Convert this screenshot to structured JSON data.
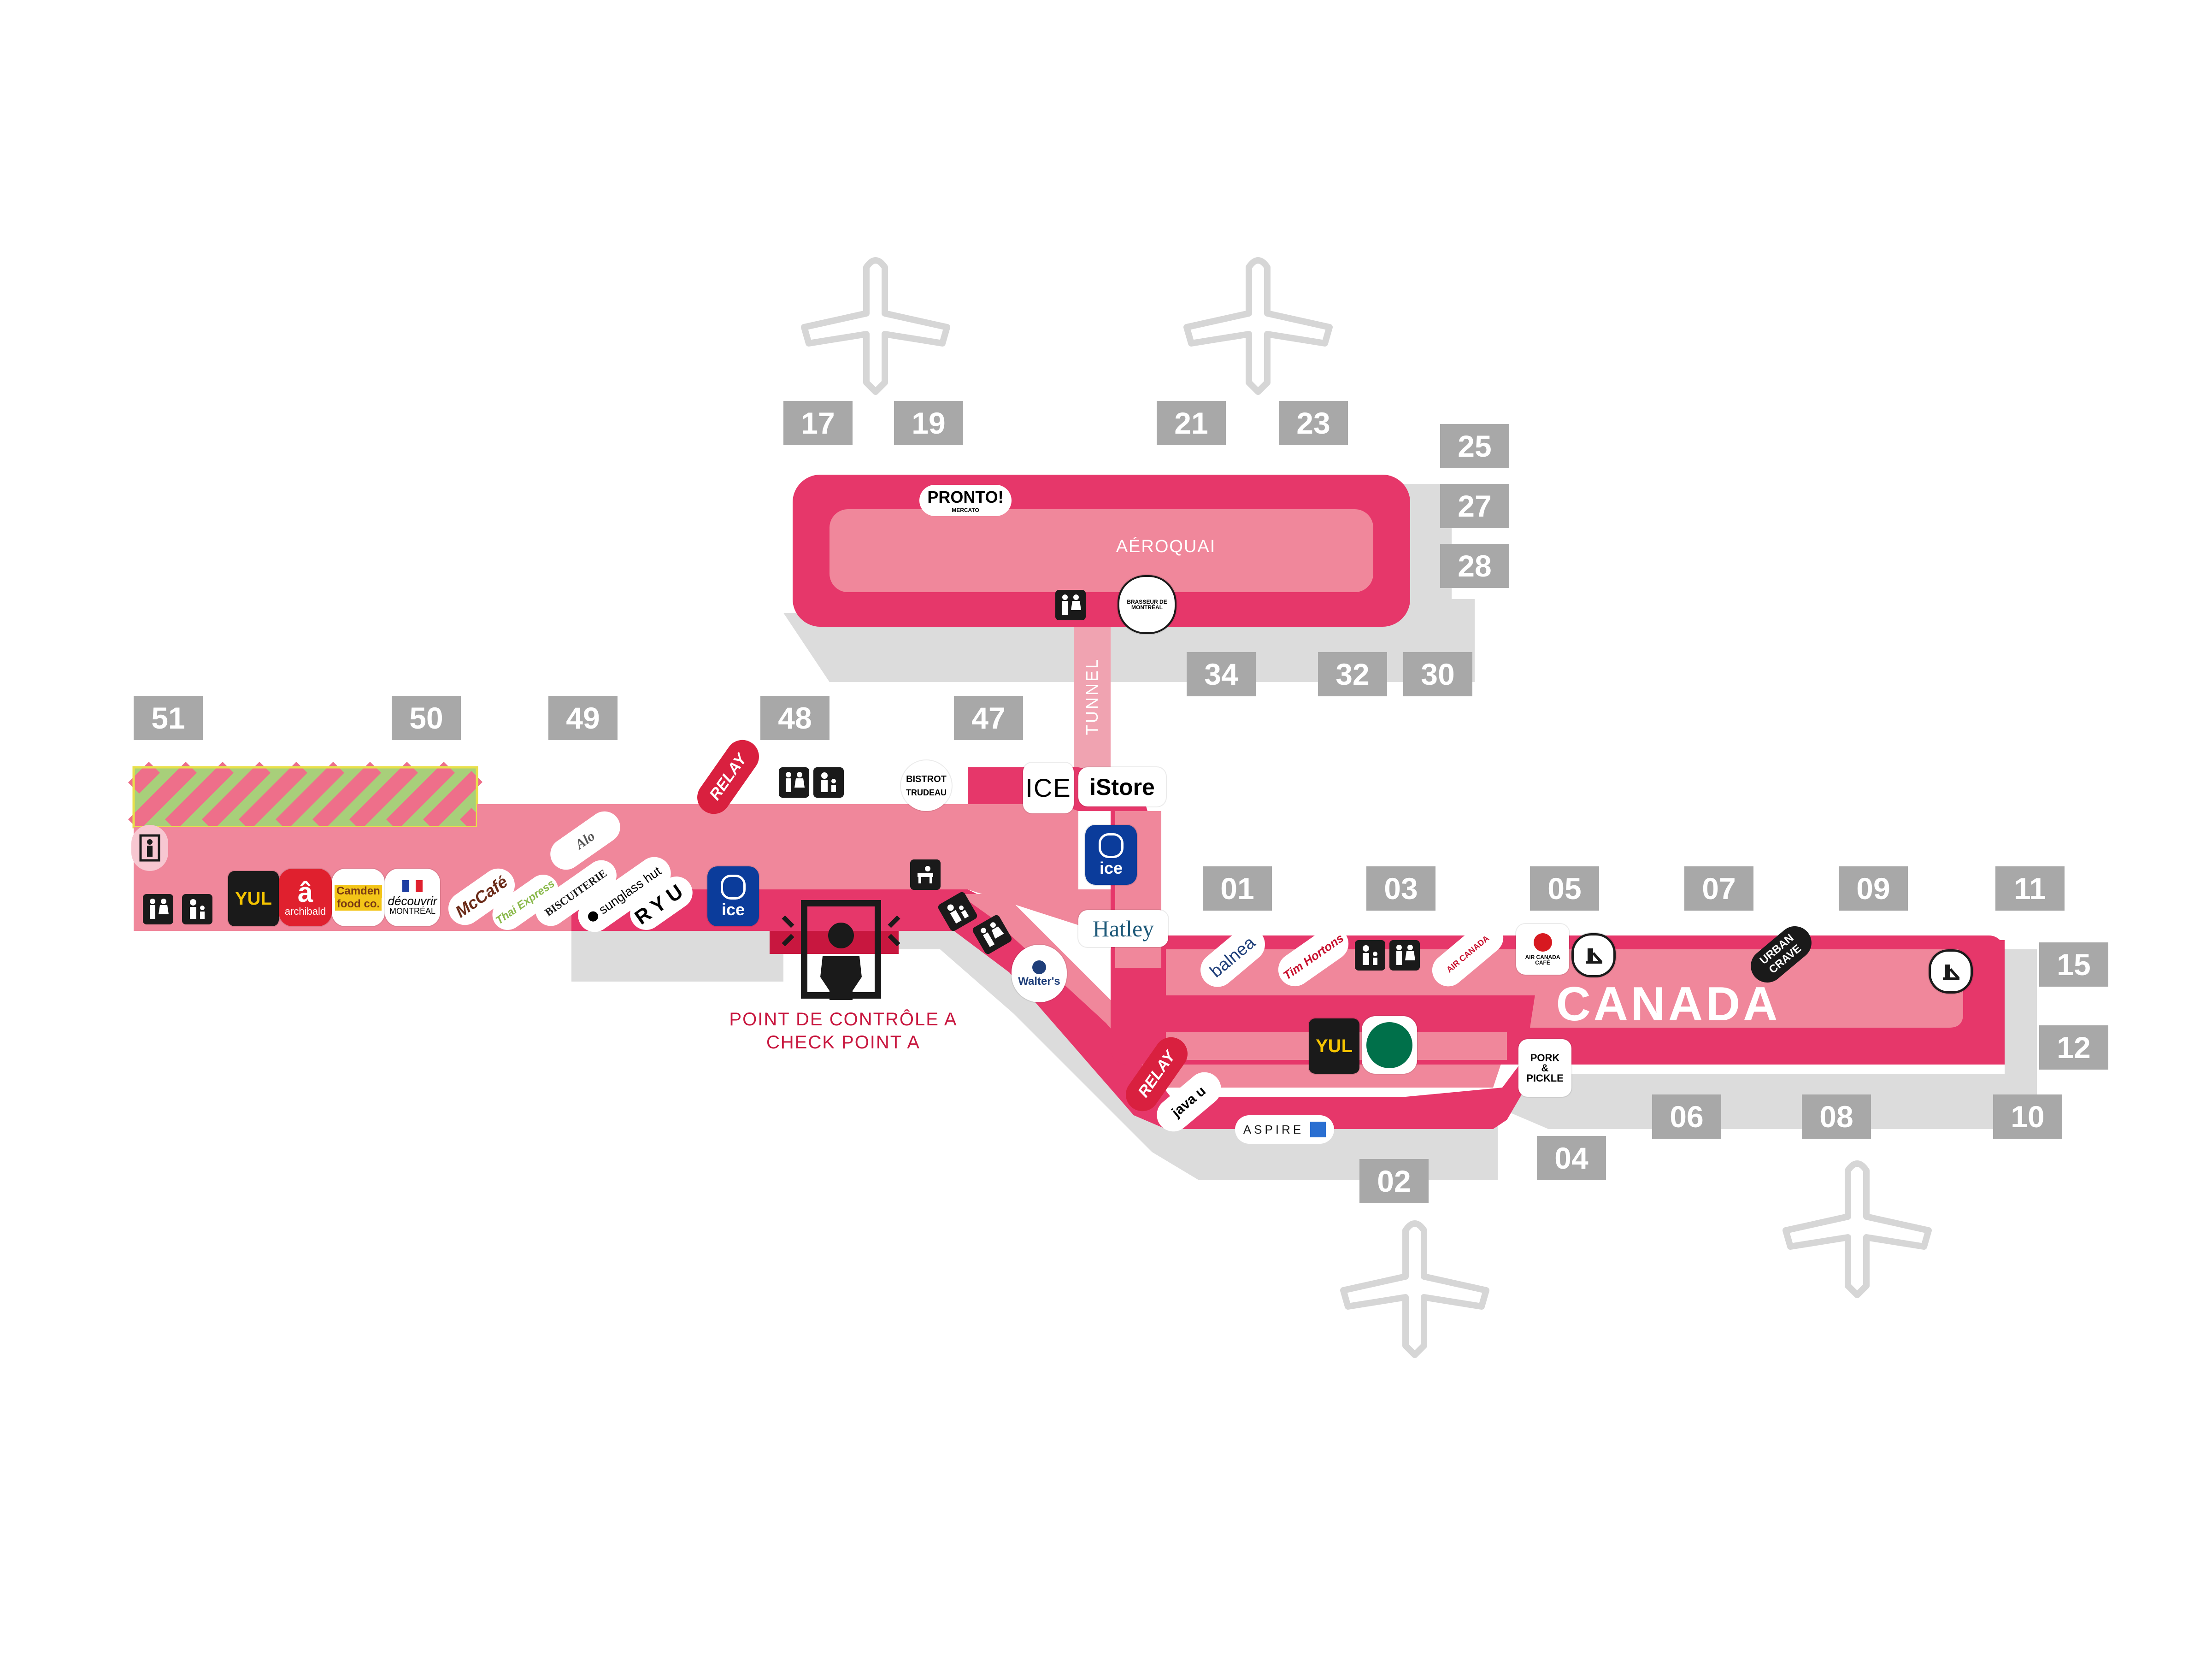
{
  "colors": {
    "corridor_dark": "#e6376a",
    "corridor_light": "#f0879b",
    "shadow": "#dcdcdc",
    "gate_box": "#a8a8a8",
    "checkpoint": "#c8173f",
    "plane": "#d6d6d6",
    "construction_green": "#a8cf7a",
    "construction_pink": "#ee6f8a",
    "ice_blue": "#0b3c9b"
  },
  "gates": [
    "17",
    "19",
    "21",
    "23",
    "25",
    "27",
    "28",
    "34",
    "32",
    "30",
    "51",
    "50",
    "49",
    "48",
    "47",
    "01",
    "03",
    "05",
    "07",
    "09",
    "11",
    "15",
    "12",
    "10",
    "06",
    "08",
    "04",
    "02"
  ],
  "labels": {
    "pier": "AÉROQUAI",
    "tunnel": "TUNNEL",
    "canada": "CANADA",
    "checkpoint_fr": "POINT DE CONTRÔLE A",
    "checkpoint_en": "CHECK POINT A"
  },
  "stores": {
    "pronto": "PRONTO!",
    "pronto_sub": "MERCATO",
    "brasseur": "BRASSEUR DE MONTRÉAL",
    "relay": "RELAY",
    "bistrot_1": "BISTROT",
    "bistrot_2": "TRUDEAU",
    "ice": "ICE",
    "istore": "iStore",
    "ice_exchange": "ice",
    "hatley": "Hatley",
    "walters": "Walter's",
    "balnea": "balnea",
    "tim": "Tim Hortons",
    "aircanada_lounge": "AIR CANADA",
    "aircanada_cafe": "AIR CANADA CAFÉ",
    "urban_crave_1": "URBAN",
    "urban_crave_2": "CRAVE",
    "pork_1": "PORK",
    "pork_2": "&",
    "pork_3": "PICKLE",
    "java_u": "java u",
    "aspire": "ASPIRE",
    "archibald": "archibald",
    "camden_1": "Camden",
    "camden_2": "food co.",
    "decouvrir_1": "découvrir",
    "decouvrir_2": "MONTRÉAL",
    "mccafe": "McCafé",
    "thai": "Thai Express",
    "biscuiterie": "BISCUITERIE",
    "alo": "Alo",
    "sunglass": "sunglass hut",
    "ryu": "RYU",
    "yul": "YUL"
  },
  "icons": [
    "restroom-icon",
    "family-restroom-icon",
    "elevator-icon",
    "smoking-area-icon",
    "play-area-icon",
    "security-scanner-icon",
    "airplane-icon",
    "nursery-icon"
  ]
}
